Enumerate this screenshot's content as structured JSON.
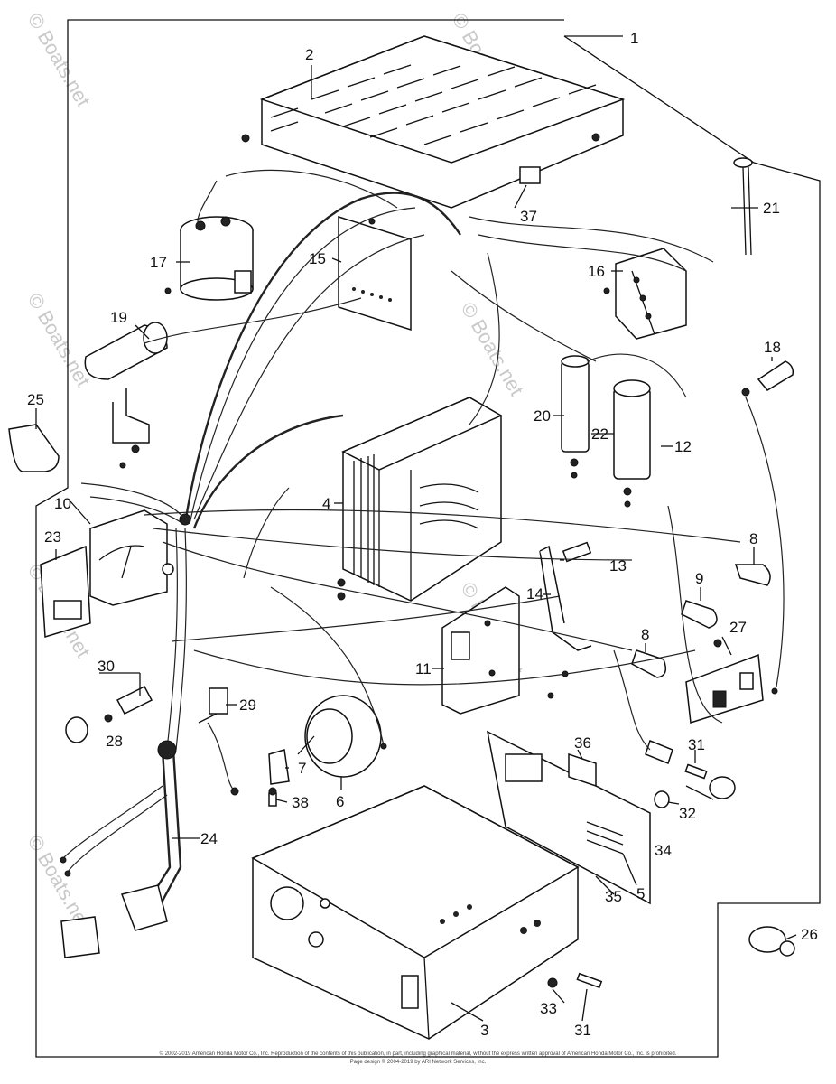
{
  "watermark": "© Boats.net",
  "footer": {
    "line1": "© 2002-2019 American Honda Motor Co., Inc. Reproduction of the contents of this publication, in part, including graphical material, without the express written approval of American Honda Motor Co., Inc. is prohibited.",
    "line2": "Page design © 2004-2019 by ARI Network Services, Inc."
  },
  "callouts": [
    "1",
    "2",
    "3",
    "4",
    "5",
    "6",
    "7",
    "8",
    "8",
    "9",
    "10",
    "11",
    "12",
    "13",
    "14",
    "15",
    "16",
    "17",
    "18",
    "19",
    "20",
    "21",
    "22",
    "23",
    "24",
    "25",
    "26",
    "27",
    "28",
    "29",
    "30",
    "31",
    "31",
    "32",
    "33",
    "34",
    "35",
    "36",
    "37",
    "38"
  ]
}
